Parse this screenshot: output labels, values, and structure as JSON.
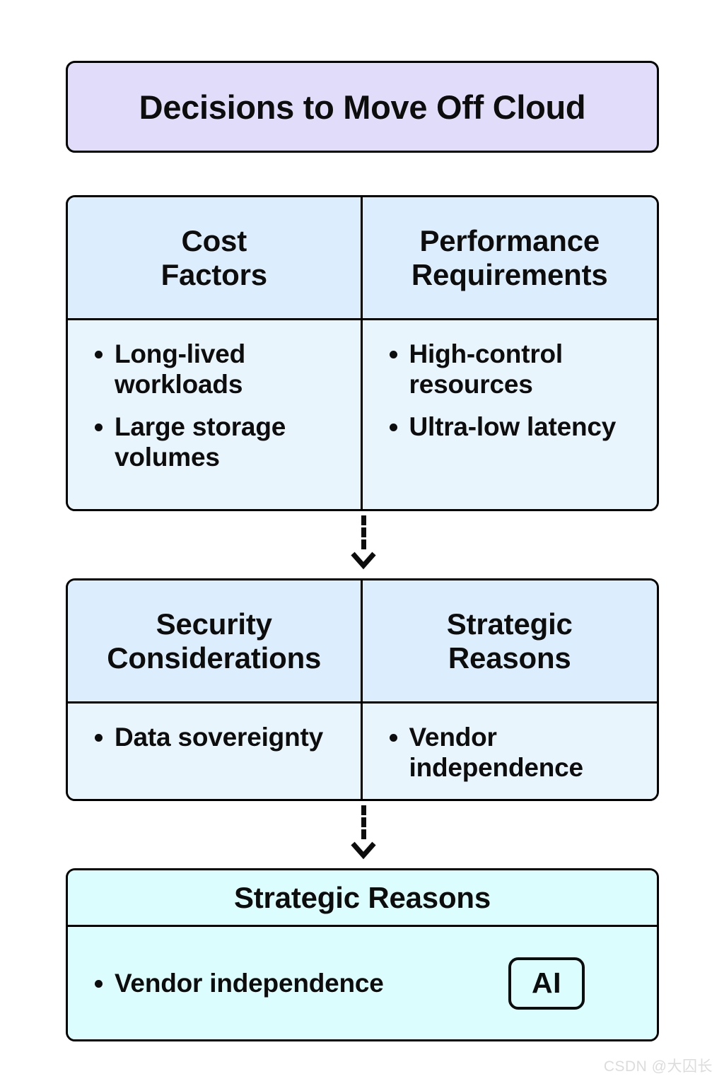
{
  "diagram": {
    "title": "Decisions to Move Off Cloud",
    "title_fill": "#E0DCFA",
    "header_fill": "#DCEEFD",
    "body_fill": "#E8F5FD",
    "final_fill": "#DCFDFD",
    "border_color": "#000000",
    "groups": [
      {
        "columns": [
          {
            "header": "Cost\nFactors",
            "header_line_1": "Cost",
            "header_line_2": "Factors",
            "bullets": [
              "Long-lived workloads",
              "Large storage volumes"
            ]
          },
          {
            "header": "Performance\nRequirements",
            "header_line_1": "Performance",
            "header_line_2": "Requirements",
            "bullets": [
              "High-control resources",
              "Ultra-low latency"
            ]
          }
        ]
      },
      {
        "columns": [
          {
            "header": "Security\nConsiderations",
            "header_line_1": "Security",
            "header_line_2": "Considerations",
            "bullets": [
              "Data sovereignty"
            ]
          },
          {
            "header": "Strategic\nReasons",
            "header_line_1": "Strategic",
            "header_line_2": "Reasons",
            "bullets": [
              "Vendor independence"
            ]
          }
        ]
      }
    ],
    "final": {
      "header": "Strategic Reasons",
      "bullets": [
        "Vendor independence"
      ],
      "badge": "AI"
    },
    "connectors": [
      {
        "icon": "dashed-down-arrow-icon"
      },
      {
        "icon": "dashed-down-arrow-icon"
      }
    ]
  },
  "watermark": "CSDN @大囚长"
}
